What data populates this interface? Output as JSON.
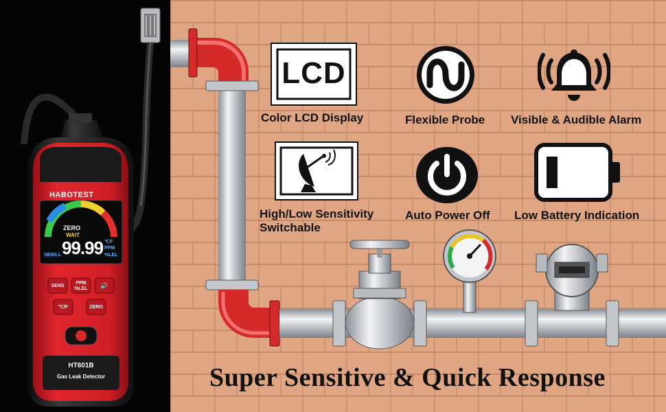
{
  "device": {
    "brand": "HABOTEST",
    "model": "HT601B",
    "name": "Gas Leak Detector",
    "lcd": {
      "zero": "ZERO",
      "wait": "WAIT",
      "reading": "99.99",
      "unit_top": "℃F",
      "unit_mid": "PPM",
      "unit_bot": "%LEL",
      "sens": "SENS.L"
    },
    "buttons": {
      "sens": "SENS",
      "ppm_lel": "PPM\n%LEL",
      "sound": "🔊",
      "temp": "℃/F",
      "zero": "ZERO"
    }
  },
  "features": [
    {
      "icon": "lcd-icon",
      "icon_text": "LCD",
      "label": "Color LCD Display"
    },
    {
      "icon": "probe-icon",
      "label": "Flexible Probe"
    },
    {
      "icon": "bell-icon",
      "label": "Visible & Audible Alarm"
    },
    {
      "icon": "satellite-dish-icon",
      "label": "High/Low Sensitivity\nSwitchable"
    },
    {
      "icon": "power-icon",
      "label": "Auto Power Off"
    },
    {
      "icon": "battery-icon",
      "label": "Low Battery Indication"
    }
  ],
  "tagline": "Super Sensitive & Quick Response",
  "colors": {
    "device_red": "#d4202a",
    "device_black": "#1e1e1e",
    "wall": "#e0a683",
    "pipe": "#c9ccd0",
    "pipe_red": "#d42a2a"
  }
}
